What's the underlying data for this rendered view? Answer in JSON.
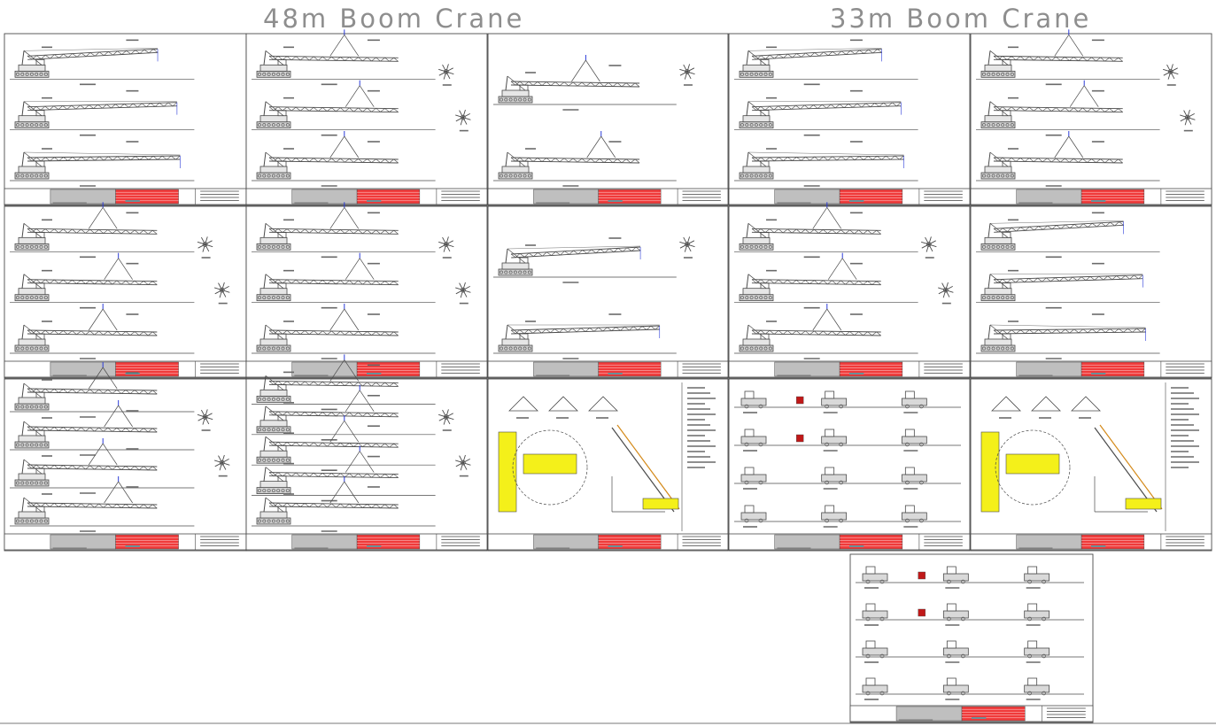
{
  "titles": {
    "left": "48m Boom Crane",
    "right": "33m Boom Crane"
  },
  "colors": {
    "line": "#4a4a4a",
    "title_block_red": "#f03a3a",
    "title_block_gray": "#bfbfbf",
    "accent_cyan": "#19c3d0",
    "accent_blue": "#2b3bd8",
    "highlight_yellow": "#f4f01a",
    "truck_red": "#c01818"
  },
  "sheets": [
    {
      "id": "s11",
      "views": 3,
      "kind": "boom-long"
    },
    {
      "id": "s12",
      "views": 3,
      "kind": "boom-apex"
    },
    {
      "id": "s13",
      "views": 2,
      "kind": "boom-apex"
    },
    {
      "id": "s14",
      "views": 3,
      "kind": "boom-long"
    },
    {
      "id": "s15",
      "views": 3,
      "kind": "boom-apex"
    },
    {
      "id": "s21",
      "views": 3,
      "kind": "boom-apex"
    },
    {
      "id": "s22",
      "views": 3,
      "kind": "boom-apex"
    },
    {
      "id": "s23",
      "views": 2,
      "kind": "boom-long"
    },
    {
      "id": "s24",
      "views": 3,
      "kind": "boom-apex"
    },
    {
      "id": "s25",
      "views": 3,
      "kind": "boom-long"
    },
    {
      "id": "s31",
      "views": 4,
      "kind": "boom-apex"
    },
    {
      "id": "s32",
      "views": 5,
      "kind": "boom-apex"
    },
    {
      "id": "s33",
      "views": 0,
      "kind": "detail-yellow"
    },
    {
      "id": "s34",
      "views": 0,
      "kind": "transport"
    },
    {
      "id": "s35",
      "views": 0,
      "kind": "detail-yellow"
    },
    {
      "id": "s45",
      "views": 0,
      "kind": "transport"
    }
  ]
}
